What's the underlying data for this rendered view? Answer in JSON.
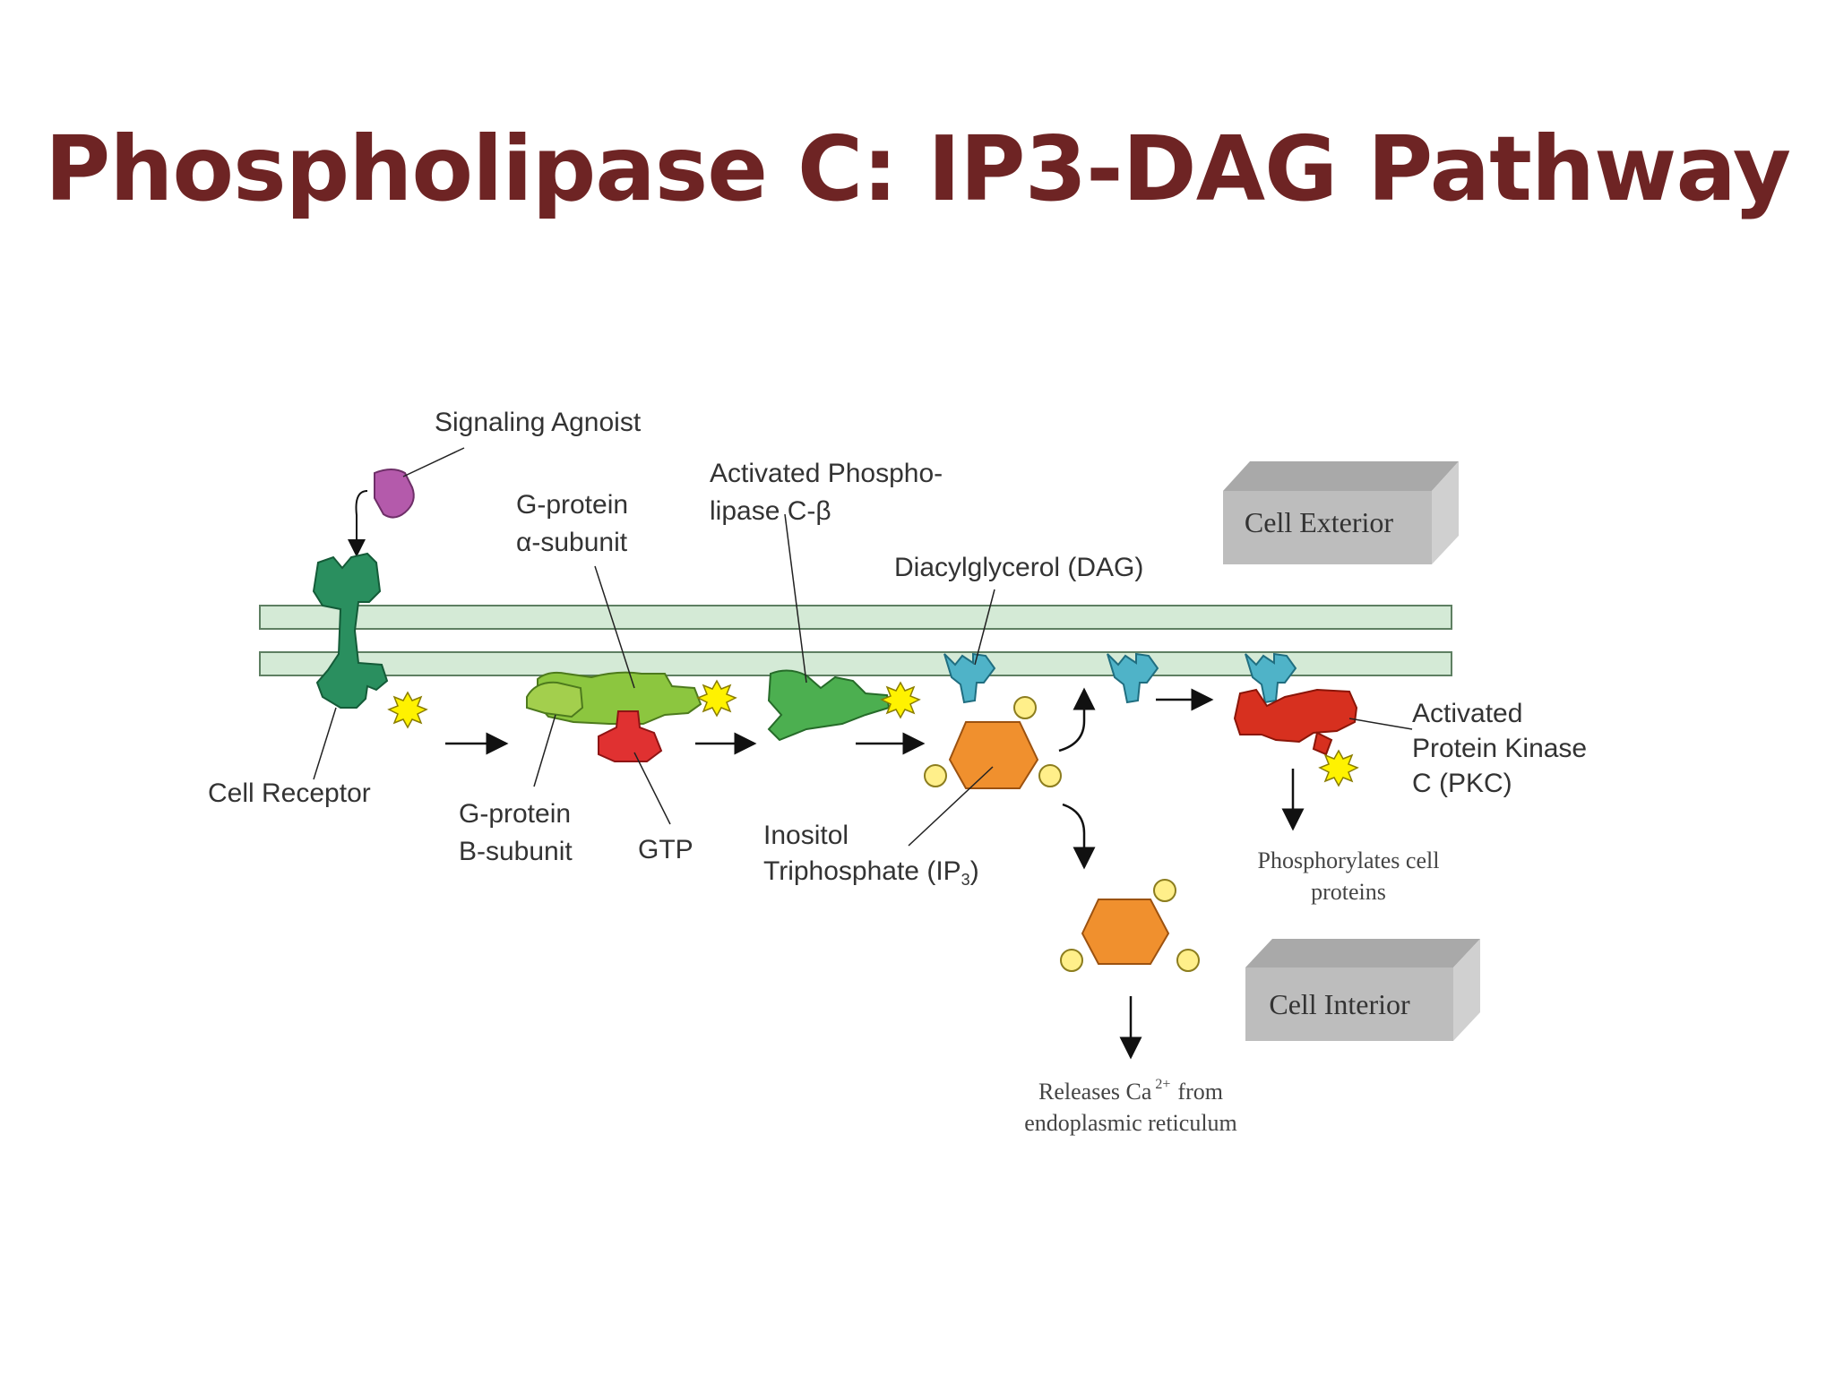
{
  "slide": {
    "title": "Phospholipase C: IP3-DAG Pathway"
  },
  "diagram": {
    "labels": {
      "signaling_agonist": "Signaling Agnoist",
      "g_alpha_line1": "G-protein",
      "g_alpha_line2": "α-subunit",
      "plc_line1": "Activated Phospho-",
      "plc_line2": "lipase C-β",
      "dag": "Diacylglycerol (DAG)",
      "cell_receptor": "Cell Receptor",
      "g_beta_line1": "G-protein",
      "g_beta_line2": "B-subunit",
      "gtp": "GTP",
      "ip3_line1": "Inositol",
      "ip3_line2_main": "Triphosphate (IP",
      "ip3_line2_sub": "3",
      "ip3_line2_end": ")",
      "pkc_line1": "Activated",
      "pkc_line2": "Protein Kinase",
      "pkc_line3": "C (PKC)",
      "phos_line1": "Phosphorylates cell",
      "phos_line2": "proteins",
      "ca_line1_a": "Releases Ca",
      "ca_line1_sup": "2+",
      "ca_line1_b": "from",
      "ca_line2": "endoplasmic reticulum"
    },
    "boxes": {
      "exterior": "Cell Exterior",
      "interior": "Cell Interior"
    },
    "colors": {
      "title": "#6e2424",
      "membrane": "#d4ead6",
      "receptor": "#2a8f5f",
      "agonist": "#b45aab",
      "g_alpha": "#8cc63f",
      "plc": "#4caf50",
      "gtp": "#e03131",
      "dag": "#4fb3c8",
      "ip3": "#f0902e",
      "phosphate": "#ffef8a",
      "pkc": "#d7301f",
      "spark": "#fff200"
    }
  }
}
